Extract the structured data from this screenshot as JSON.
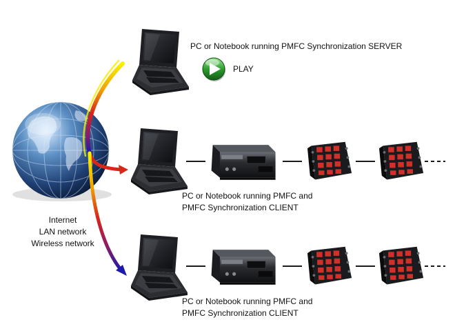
{
  "server": {
    "label": "PC or Notebook running PMFC Synchronization SERVER",
    "play_label": "PLAY"
  },
  "clients": [
    {
      "label_line1": "PC or Notebook running PMFC and",
      "label_line2": "PMFC Synchronization CLIENT"
    },
    {
      "label_line1": "PC or Notebook running PMFC and",
      "label_line2": "PMFC Synchronization CLIENT"
    }
  ],
  "network": {
    "lines": [
      "Internet",
      "LAN network",
      "Wireless network"
    ]
  },
  "icons": [
    "globe-icon",
    "laptop-icon",
    "play-icon",
    "controller-box-icon",
    "relay-module-icon"
  ],
  "colors": {
    "play_green": "#2e9e2e",
    "module_red": "#d0302a",
    "arrow_top": "#f2e600",
    "arrow_mid": "#e0301e",
    "arrow_bottom": "#1c1aa8"
  }
}
